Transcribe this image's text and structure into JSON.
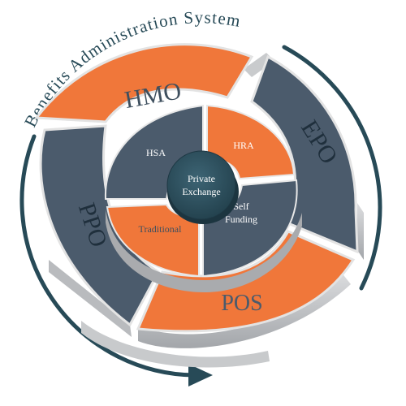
{
  "diagram": {
    "arc_title": "Benefits Administration System",
    "outer_ring": {
      "hmo": "HMO",
      "epo": "EPO",
      "pos": "POS",
      "ppo": "PPO"
    },
    "inner_ring": {
      "hsa": "HSA",
      "hra": "HRA",
      "self_funding_line1": "Self",
      "self_funding_line2": "Funding",
      "traditional": "Traditional"
    },
    "center": {
      "line1": "Private",
      "line2": "Exchange"
    }
  },
  "colors": {
    "orange": "#f0773a",
    "slate": "#4b5b6c",
    "center": "#2f4e5c",
    "arrow": "#274a57",
    "side_light": "#d2d3d5",
    "side_dark": "#9ea1a5"
  }
}
